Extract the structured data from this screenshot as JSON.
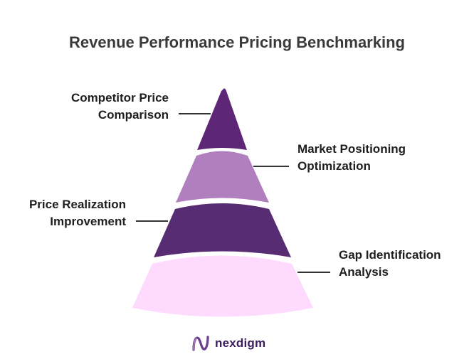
{
  "title": "Revenue Performance Pricing Benchmarking",
  "layers": [
    {
      "label_line1": "Competitor Price",
      "label_line2": "Comparison",
      "color": "#5e2677"
    },
    {
      "label_line1": "Market Positioning",
      "label_line2": "Optimization",
      "color": "#b07fbe"
    },
    {
      "label_line1": "Price Realization",
      "label_line2": "Improvement",
      "color": "#572c73"
    },
    {
      "label_line1": "Gap Identification",
      "label_line2": "Analysis",
      "color": "#fedaff"
    }
  ],
  "logo": {
    "text": "nexdigm",
    "icon": "nexdigm-logo-icon",
    "color": "#3c1d5e"
  }
}
